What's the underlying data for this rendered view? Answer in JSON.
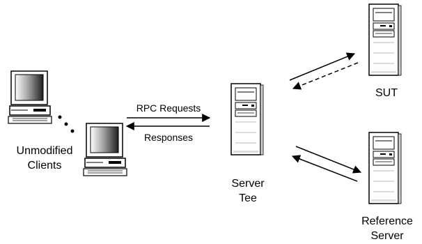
{
  "labels": {
    "clients_line1": "Unmodified",
    "clients_line2": "Clients",
    "rpc_requests": "RPC Requests",
    "responses": "Responses",
    "server_tee_line1": "Server",
    "server_tee_line2": "Tee",
    "sut": "SUT",
    "reference_line1": "Reference",
    "reference_line2": "Server"
  },
  "nodes": {
    "clients": [
      "client-computer",
      "client-computer"
    ],
    "servers": [
      "server-tee",
      "sut",
      "reference-server"
    ]
  },
  "edges": [
    {
      "from": "clients",
      "to": "server-tee",
      "label": "RPC Requests",
      "style": "solid"
    },
    {
      "from": "server-tee",
      "to": "clients",
      "label": "Responses",
      "style": "solid"
    },
    {
      "from": "server-tee",
      "to": "sut",
      "style": "solid"
    },
    {
      "from": "sut",
      "to": "server-tee",
      "style": "dashed"
    },
    {
      "from": "server-tee",
      "to": "reference-server",
      "style": "solid"
    },
    {
      "from": "reference-server",
      "to": "server-tee",
      "style": "solid"
    }
  ]
}
